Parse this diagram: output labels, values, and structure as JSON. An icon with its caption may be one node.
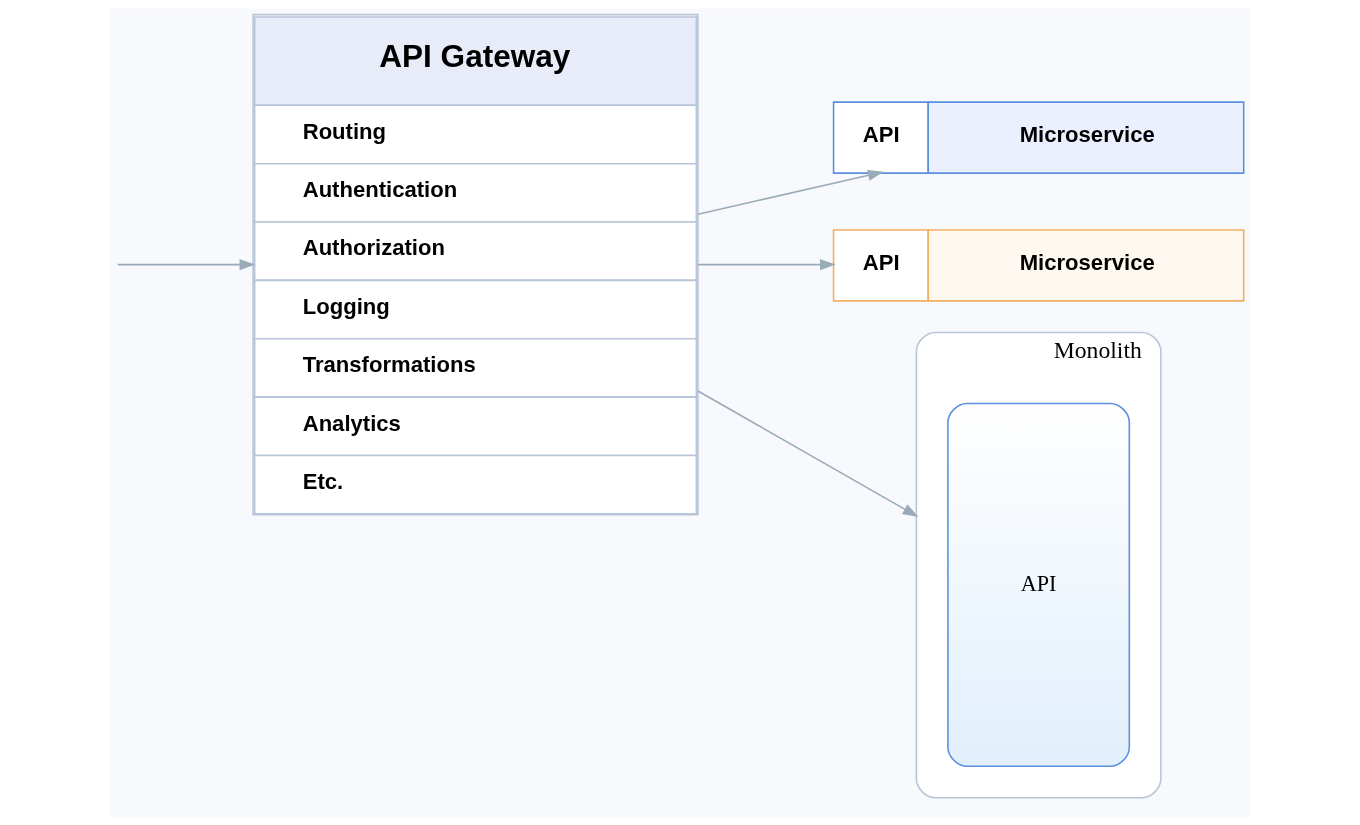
{
  "diagram": {
    "nodes": [
      {
        "text": [
          "API Gateway",
          "Routing",
          "Authentication",
          "Authorization",
          "Logging",
          "Transformations",
          "Analytics",
          "Etc."
        ]
      },
      {
        "text": [
          "API",
          "Microservice"
        ]
      },
      {
        "text": [
          "API",
          "Microservice"
        ]
      },
      {
        "text": [
          "Monolith"
        ]
      },
      {
        "text": [
          "API"
        ],
        "in": 3
      }
    ],
    "edges": [
      {
        "from": null,
        "to": 0,
        "arrow": "to"
      },
      {
        "from": 0,
        "to": 1,
        "arrow": "to"
      },
      {
        "from": 0,
        "to": 2,
        "arrow": "to"
      },
      {
        "from": 0,
        "to": 3,
        "arrow": "to"
      }
    ]
  }
}
